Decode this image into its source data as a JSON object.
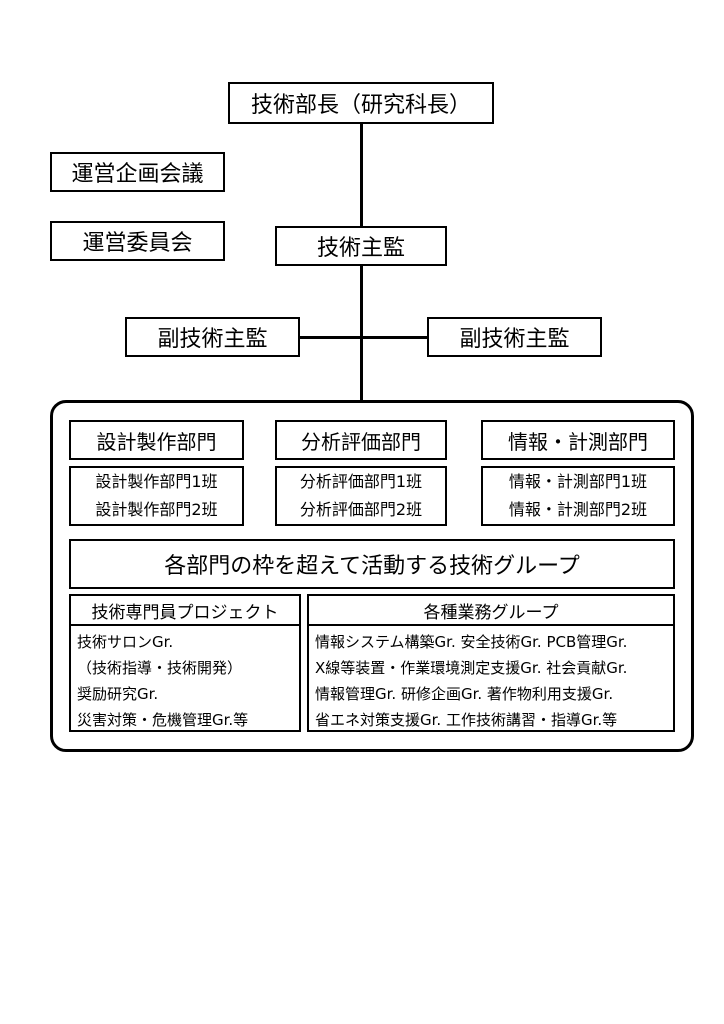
{
  "top": {
    "director": "技術部長（研究科長）",
    "supervisor": "技術主監",
    "deputy_left": "副技術主監",
    "deputy_right": "副技術主監",
    "council": "運営企画会議",
    "committee": "運営委員会"
  },
  "departments": [
    {
      "title": "設計製作部門",
      "teams": [
        "設計製作部門1班",
        "設計製作部門2班"
      ]
    },
    {
      "title": "分析評価部門",
      "teams": [
        "分析評価部門1班",
        "分析評価部門2班"
      ]
    },
    {
      "title": "情報・計測部門",
      "teams": [
        "情報・計測部門1班",
        "情報・計測部門2班"
      ]
    }
  ],
  "cross_group_banner": "各部門の枠を超えて活動する技術グループ",
  "projects": {
    "title": "技術専門員プロジェクト",
    "lines": [
      "技術サロンGr.",
      "（技術指導・技術開発）",
      "奨励研究Gr.",
      "災害対策・危機管理Gr.等"
    ]
  },
  "work_groups": {
    "title": "各種業務グループ",
    "lines": [
      "情報システム構築Gr. 安全技術Gr. PCB管理Gr.",
      "X線等装置・作業環境測定支援Gr. 社会貢献Gr.",
      "情報管理Gr. 研修企画Gr. 著作物利用支援Gr.",
      "省エネ対策支援Gr. 工作技術講習・指導Gr.等"
    ]
  }
}
